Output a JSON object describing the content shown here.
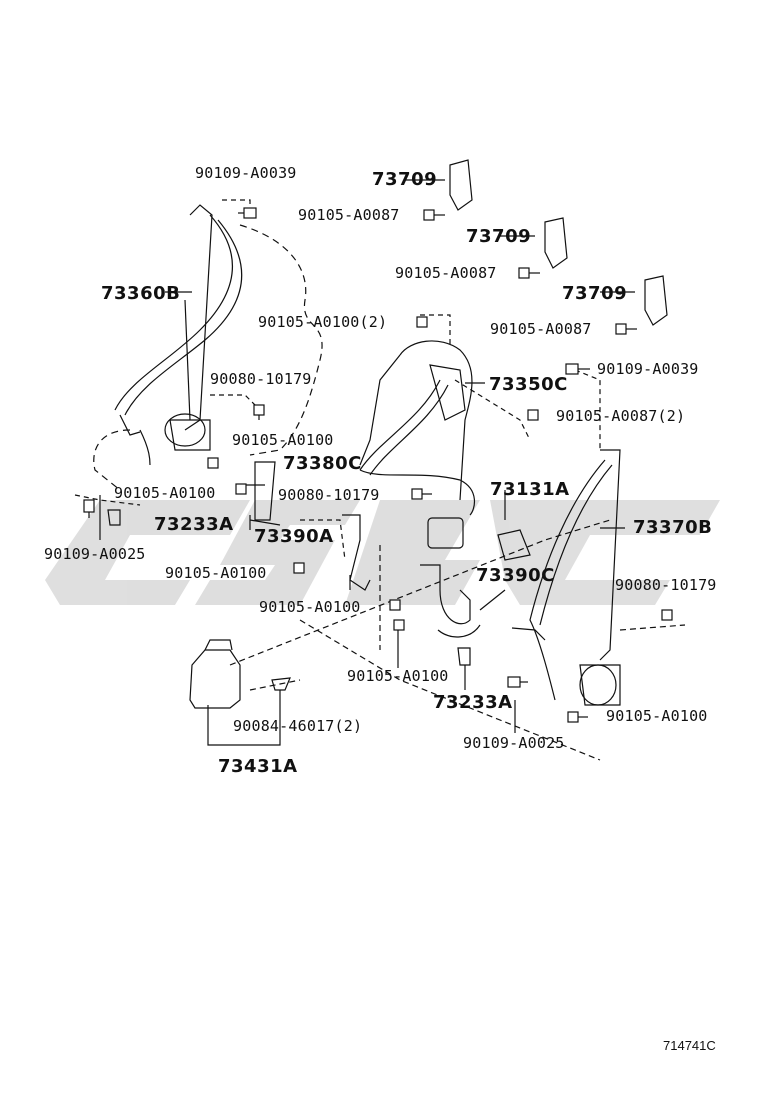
{
  "labels": {
    "p90109_a0039_top": "90109-A0039",
    "p73709_1": "73709",
    "p90105_a0087_1": "90105-A0087",
    "p73709_2": "73709",
    "p90105_a0087_2": "90105-A0087",
    "p73709_3": "73709",
    "p90105_a0087_3": "90105-A0087",
    "p73360b": "73360B",
    "p90105_a0100_2": "90105-A0100(2)",
    "p90109_a0039_right": "90109-A0039",
    "p90080_10179_left": "90080-10179",
    "p73350c": "73350C",
    "p90105_a0087_x2": "90105-A0087(2)",
    "p90105_a0100_a": "90105-A0100",
    "p73380c": "73380C",
    "p90105_a0100_b": "90105-A0100",
    "p90080_10179_mid": "90080-10179",
    "p73131a": "73131A",
    "p73233a_left": "73233A",
    "p90109_a0025_left": "90109-A0025",
    "p73390a": "73390A",
    "p73370b": "73370B",
    "p90105_a0100_c": "90105-A0100",
    "p73390c": "73390C",
    "p90080_10179_right": "90080-10179",
    "p90105_a0100_d": "90105-A0100",
    "p90105_a0100_e": "90105-A0100",
    "p73233a_bottom": "73233A",
    "p90105_a0100_f": "90105-A0100",
    "p90084_46017": "90084-46017(2)",
    "p90109_a0025_bottom": "90109-A0025",
    "p73431a": "73431A",
    "figure_code": "714741C"
  }
}
